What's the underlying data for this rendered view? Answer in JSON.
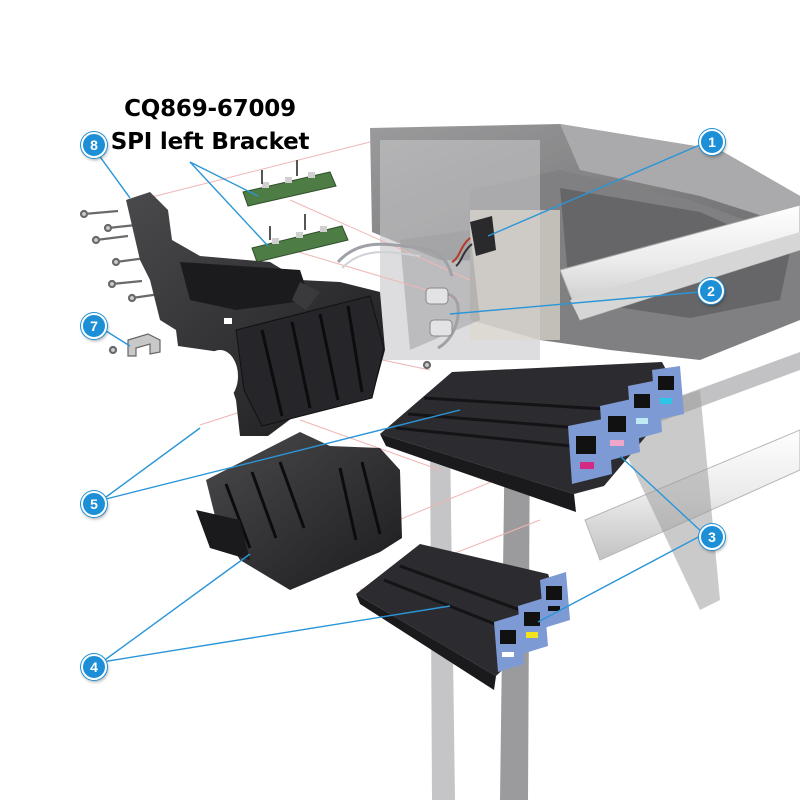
{
  "diagram": {
    "part_number": "CQ869-67009",
    "part_name": "SPI left Bracket",
    "callouts": [
      {
        "id": "1",
        "label": "1"
      },
      {
        "id": "2",
        "label": "2"
      },
      {
        "id": "3",
        "label": "3"
      },
      {
        "id": "4",
        "label": "4"
      },
      {
        "id": "5",
        "label": "5"
      },
      {
        "id": "7",
        "label": "7"
      },
      {
        "id": "8",
        "label": "8"
      }
    ]
  },
  "colors": {
    "callout_fill": "#1d8fd6",
    "leader_line": "#2a96d8",
    "part_body": "#2e2e30",
    "printer_body": "#5a5a5c",
    "pcb_green": "#3f6e3a",
    "ink_magenta": "#d42a86",
    "ink_cyan": "#2ec6e6",
    "ink_yellow": "#f2e21c",
    "ink_black": "#111111",
    "slot_blue": "#7e9ad4"
  }
}
